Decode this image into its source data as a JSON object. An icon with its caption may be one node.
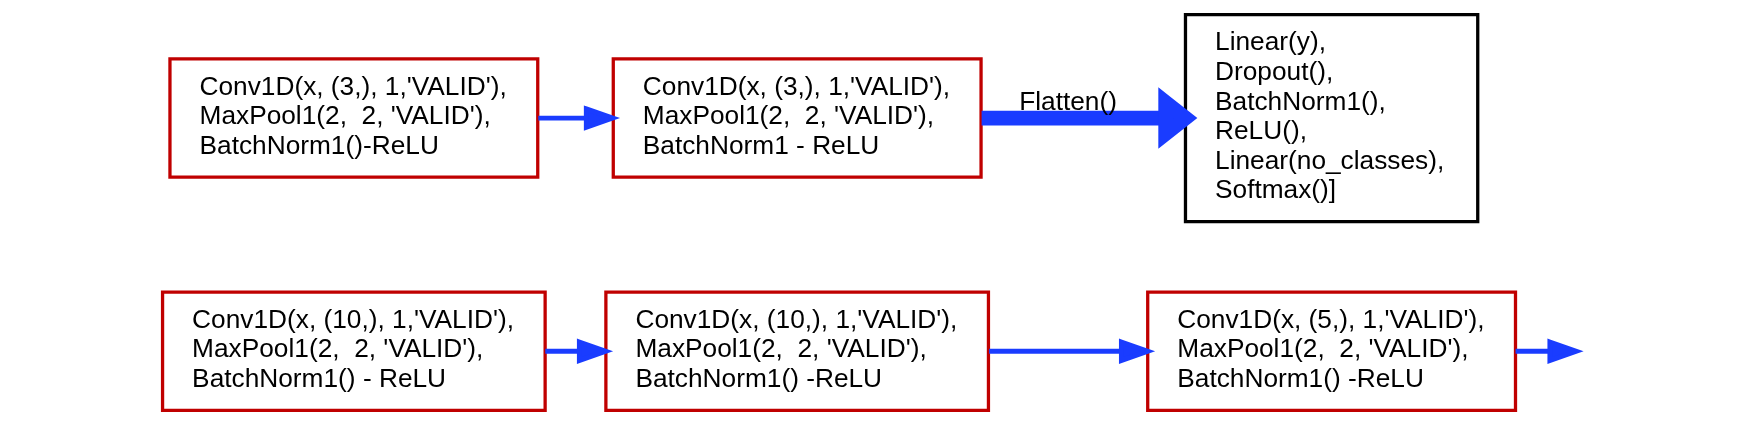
{
  "diagram": {
    "nodes": [
      {
        "text": [
          "Conv1D(x, (10,), 1,'VALID'), MaxPool1(2,  2, 'VALID'), BatchNorm1() - ReLU"
        ]
      },
      {
        "text": [
          "Conv1D(x, (10,), 1,'VALID'), MaxPool1(2,  2, 'VALID'), BatchNorm1() -ReLU"
        ]
      },
      {
        "text": [
          "Conv1D(x, (5,), 1,'VALID'), MaxPool1(2,  2, 'VALID'), BatchNorm1() -ReLU"
        ]
      },
      {
        "text": [
          "Conv1D(x, (3,), 1,'VALID'), MaxPool1(2,  2, 'VALID'), BatchNorm1()-ReLU"
        ]
      },
      {
        "text": [
          "Conv1D(x, (3,), 1,'VALID'), MaxPool1(2,  2, 'VALID'), BatchNorm1 - ReLU"
        ]
      },
      {
        "text": [
          "Linear(y), Dropout(), BatchNorm1(), ReLU(), Linear(no_classes), Softmax()]"
        ]
      }
    ],
    "edges": [
      {
        "from": 0,
        "to": 1,
        "arrow": "to"
      },
      {
        "from": 1,
        "to": 2,
        "arrow": "to"
      },
      {
        "from": 2,
        "to": null,
        "arrow": "to"
      },
      {
        "from": 3,
        "to": 4,
        "arrow": "to"
      },
      {
        "from": 4,
        "to": 5,
        "arrow": "to",
        "label": "Flatten()",
        "style": "thick"
      }
    ]
  }
}
